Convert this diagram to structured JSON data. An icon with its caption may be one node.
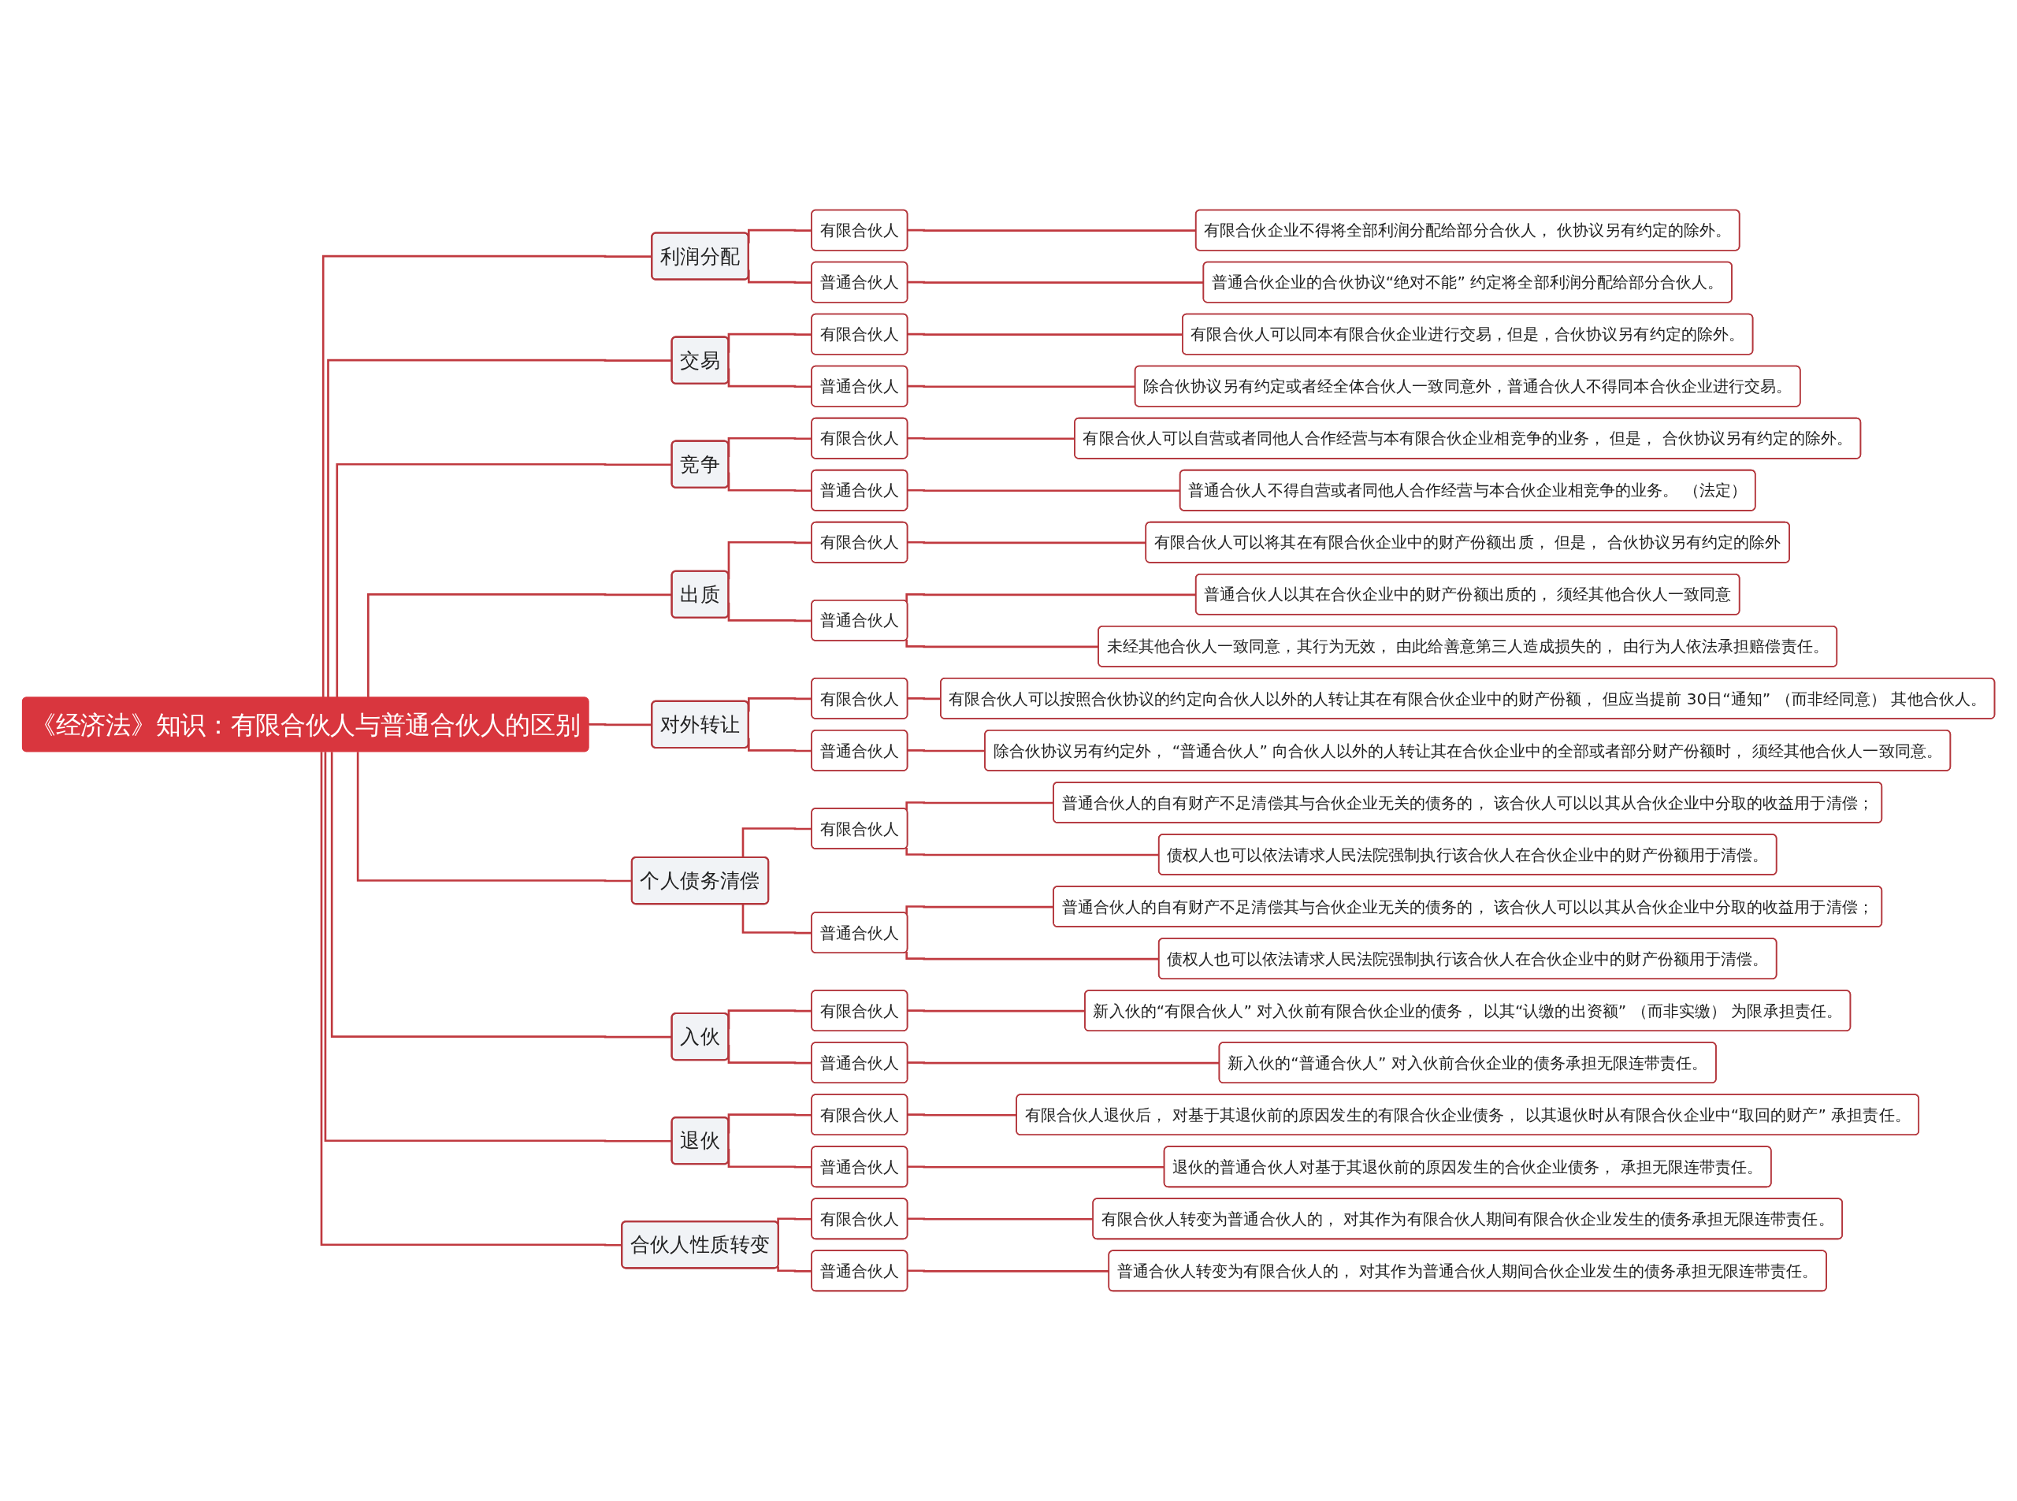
{
  "diagram": {
    "nodes": [
      {
        "text": [
          "《经济法》知识：有限合伙人与普通合伙人的区别"
        ]
      },
      {
        "text": [
          "利润分配"
        ]
      },
      {
        "text": [
          "有限合伙人"
        ]
      },
      {
        "text": [
          "有限合伙企业不得将全部利润分配给部分合伙人， 伙协议另有约定的除外。"
        ]
      },
      {
        "text": [
          "普通合伙人"
        ]
      },
      {
        "text": [
          "普通合伙企业的合伙协议“绝对不能” 约定将全部利润分配给部分合伙人。"
        ]
      },
      {
        "text": [
          "交易"
        ]
      },
      {
        "text": [
          "有限合伙人"
        ]
      },
      {
        "text": [
          "有限合伙人可以同本有限合伙企业进行交易，但是，合伙协议另有约定的除外。"
        ]
      },
      {
        "text": [
          "普通合伙人"
        ]
      },
      {
        "text": [
          "除合伙协议另有约定或者经全体合伙人一致同意外，普通合伙人不得同本合伙企业进行交易。"
        ]
      },
      {
        "text": [
          "竞争"
        ]
      },
      {
        "text": [
          "有限合伙人"
        ]
      },
      {
        "text": [
          "有限合伙人可以自营或者同他人合作经营与本有限合伙企业相竞争的业务， 但是， 合伙协议另有约定的除外。"
        ]
      },
      {
        "text": [
          "普通合伙人"
        ]
      },
      {
        "text": [
          "普通合伙人不得自营或者同他人合作经营与本合伙企业相竞争的业务。 （法定）"
        ]
      },
      {
        "text": [
          "出质"
        ]
      },
      {
        "text": [
          "有限合伙人"
        ]
      },
      {
        "text": [
          "有限合伙人可以将其在有限合伙企业中的财产份额出质， 但是， 合伙协议另有约定的除外"
        ]
      },
      {
        "text": [
          "普通合伙人"
        ]
      },
      {
        "text": [
          "普通合伙人以其在合伙企业中的财产份额出质的， 须经其他合伙人一致同意"
        ]
      },
      {
        "text": [
          "未经其他合伙人一致同意，其行为无效， 由此给善意第三人造成损失的， 由行为人依法承担赔偿责任。"
        ]
      },
      {
        "text": [
          "对外转让"
        ]
      },
      {
        "text": [
          "有限合伙人"
        ]
      },
      {
        "text": [
          "有限合伙人可以按照合伙协议的约定向合伙人以外的人转让其在有限合伙企业中的财产份额， 但应当提前 30日“通知” （而非经同意） 其他合伙人。"
        ]
      },
      {
        "text": [
          "普通合伙人"
        ]
      },
      {
        "text": [
          "除合伙协议另有约定外， “普通合伙人” 向合伙人以外的人转让其在合伙企业中的全部或者部分财产份额时， 须经其他合伙人一致同意。"
        ]
      },
      {
        "text": [
          "个人债务清偿"
        ]
      },
      {
        "text": [
          "有限合伙人"
        ]
      },
      {
        "text": [
          "普通合伙人的自有财产不足清偿其与合伙企业无关的债务的， 该合伙人可以以其从合伙企业中分取的收益用于清偿；"
        ]
      },
      {
        "text": [
          "债权人也可以依法请求人民法院强制执行该合伙人在合伙企业中的财产份额用于清偿。"
        ]
      },
      {
        "text": [
          "普通合伙人"
        ]
      },
      {
        "text": [
          "普通合伙人的自有财产不足清偿其与合伙企业无关的债务的， 该合伙人可以以其从合伙企业中分取的收益用于清偿；"
        ]
      },
      {
        "text": [
          "债权人也可以依法请求人民法院强制执行该合伙人在合伙企业中的财产份额用于清偿。"
        ]
      },
      {
        "text": [
          "入伙"
        ]
      },
      {
        "text": [
          "有限合伙人"
        ]
      },
      {
        "text": [
          "新入伙的“有限合伙人” 对入伙前有限合伙企业的债务， 以其“认缴的出资额” （而非实缴） 为限承担责任。"
        ]
      },
      {
        "text": [
          "普通合伙人"
        ]
      },
      {
        "text": [
          "新入伙的“普通合伙人” 对入伙前合伙企业的债务承担无限连带责任。"
        ]
      },
      {
        "text": [
          "退伙"
        ]
      },
      {
        "text": [
          "有限合伙人"
        ]
      },
      {
        "text": [
          "有限合伙人退伙后， 对基于其退伙前的原因发生的有限合伙企业债务， 以其退伙时从有限合伙企业中“取回的财产” 承担责任。"
        ]
      },
      {
        "text": [
          "普通合伙人"
        ]
      },
      {
        "text": [
          "退伙的普通合伙人对基于其退伙前的原因发生的合伙企业债务， 承担无限连带责任。"
        ]
      },
      {
        "text": [
          "合伙人性质转变"
        ]
      },
      {
        "text": [
          "有限合伙人"
        ]
      },
      {
        "text": [
          "有限合伙人转变为普通合伙人的， 对其作为有限合伙人期间有限合伙企业发生的债务承担无限连带责任。"
        ]
      },
      {
        "text": [
          "普通合伙人"
        ]
      },
      {
        "text": [
          "普通合伙人转变为有限合伙人的， 对其作为普通合伙人期间合伙企业发生的债务承担无限连带责任。"
        ]
      }
    ],
    "edges": [
      {
        "from": 0,
        "to": 1,
        "arrow": "none"
      },
      {
        "from": 1,
        "to": 2,
        "arrow": "none"
      },
      {
        "from": 2,
        "to": 3,
        "arrow": "none"
      },
      {
        "from": 1,
        "to": 4,
        "arrow": "none"
      },
      {
        "from": 4,
        "to": 5,
        "arrow": "none"
      },
      {
        "from": 0,
        "to": 6,
        "arrow": "none"
      },
      {
        "from": 6,
        "to": 7,
        "arrow": "none"
      },
      {
        "from": 7,
        "to": 8,
        "arrow": "none"
      },
      {
        "from": 6,
        "to": 9,
        "arrow": "none"
      },
      {
        "from": 9,
        "to": 10,
        "arrow": "none"
      },
      {
        "from": 0,
        "to": 11,
        "arrow": "none"
      },
      {
        "from": 11,
        "to": 12,
        "arrow": "none"
      },
      {
        "from": 12,
        "to": 13,
        "arrow": "none"
      },
      {
        "from": 11,
        "to": 14,
        "arrow": "none"
      },
      {
        "from": 14,
        "to": 15,
        "arrow": "none"
      },
      {
        "from": 0,
        "to": 16,
        "arrow": "none"
      },
      {
        "from": 16,
        "to": 17,
        "arrow": "none"
      },
      {
        "from": 17,
        "to": 18,
        "arrow": "none"
      },
      {
        "from": 16,
        "to": 19,
        "arrow": "none"
      },
      {
        "from": 19,
        "to": 20,
        "arrow": "none"
      },
      {
        "from": 19,
        "to": 21,
        "arrow": "none"
      },
      {
        "from": 0,
        "to": 22,
        "arrow": "none"
      },
      {
        "from": 22,
        "to": 23,
        "arrow": "none"
      },
      {
        "from": 23,
        "to": 24,
        "arrow": "none"
      },
      {
        "from": 22,
        "to": 25,
        "arrow": "none"
      },
      {
        "from": 25,
        "to": 26,
        "arrow": "none"
      },
      {
        "from": 0,
        "to": 27,
        "arrow": "none"
      },
      {
        "from": 27,
        "to": 28,
        "arrow": "none"
      },
      {
        "from": 28,
        "to": 29,
        "arrow": "none"
      },
      {
        "from": 28,
        "to": 30,
        "arrow": "none"
      },
      {
        "from": 27,
        "to": 31,
        "arrow": "none"
      },
      {
        "from": 31,
        "to": 32,
        "arrow": "none"
      },
      {
        "from": 31,
        "to": 33,
        "arrow": "none"
      },
      {
        "from": 0,
        "to": 34,
        "arrow": "none"
      },
      {
        "from": 34,
        "to": 35,
        "arrow": "none"
      },
      {
        "from": 35,
        "to": 36,
        "arrow": "none"
      },
      {
        "from": 34,
        "to": 37,
        "arrow": "none"
      },
      {
        "from": 37,
        "to": 38,
        "arrow": "none"
      },
      {
        "from": 0,
        "to": 39,
        "arrow": "none"
      },
      {
        "from": 39,
        "to": 40,
        "arrow": "none"
      },
      {
        "from": 40,
        "to": 41,
        "arrow": "none"
      },
      {
        "from": 39,
        "to": 42,
        "arrow": "none"
      },
      {
        "from": 42,
        "to": 43,
        "arrow": "none"
      },
      {
        "from": 0,
        "to": 44,
        "arrow": "none"
      },
      {
        "from": 44,
        "to": 45,
        "arrow": "none"
      },
      {
        "from": 45,
        "to": 46,
        "arrow": "none"
      },
      {
        "from": 44,
        "to": 47,
        "arrow": "none"
      },
      {
        "from": 47,
        "to": 48,
        "arrow": "none"
      }
    ]
  }
}
